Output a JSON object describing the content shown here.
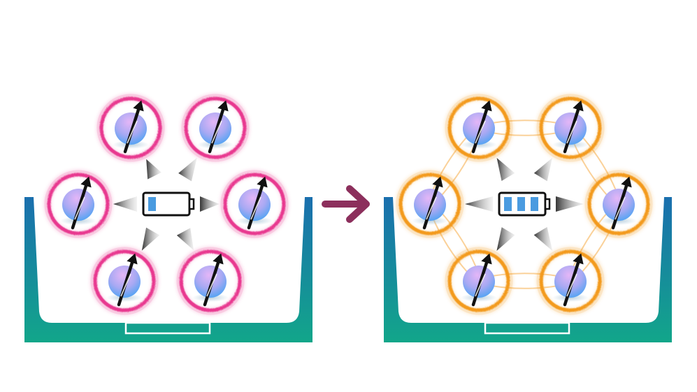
{
  "panels": [
    {
      "id": "left",
      "state": "uncorrelated",
      "ring_color": "#e8388f",
      "battery_charge_bars": 1,
      "coupling_links": false
    },
    {
      "id": "right",
      "state": "coupled",
      "ring_color": "#f39a1c",
      "battery_charge_bars": 3,
      "coupling_links": true
    }
  ],
  "spins_per_panel": 6,
  "colors": {
    "container_top": "#1a6fae",
    "container_bottom": "#12a68a",
    "arrow": "#8c2f5c",
    "battery_outline": "#111111",
    "battery_fill": "#4a9be0",
    "spin_ball_top": "#d9a8f5",
    "spin_ball_bottom": "#5aa8f5"
  },
  "icons": [
    "spin-particle-icon",
    "battery-icon",
    "transition-arrow-icon",
    "trap-container-icon"
  ]
}
